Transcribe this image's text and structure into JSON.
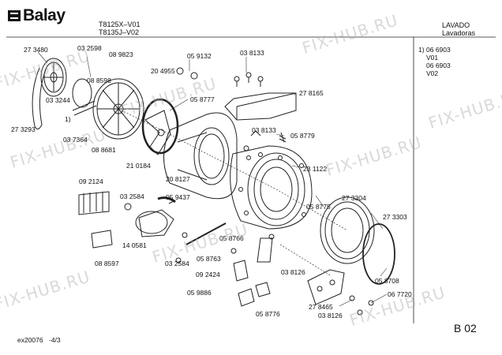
{
  "header": {
    "brand": "Balay",
    "models": [
      "T8125X–V01",
      "T8135J–V02"
    ],
    "category": [
      "LAVADO",
      "Lavadoras"
    ]
  },
  "variants": [
    {
      "ref": "1)",
      "code": "06 6903",
      "version": "V01"
    },
    {
      "ref": "",
      "code": "06 6903",
      "version": "V02"
    }
  ],
  "parts": [
    "27 3480",
    "03 2598",
    "08 9823",
    "05 9132",
    "03 8133",
    "08 8598",
    "20 4955",
    "03 3244",
    "27 8165",
    "05 8777",
    "1)",
    "27 3293",
    "03 7364",
    "03 8133",
    "05 8779",
    "08 8681",
    "21 0184",
    "23 1122",
    "09 2124",
    "20 8127",
    "03 2584",
    "05 9437",
    "27 3304",
    "05 8775",
    "27 3303",
    "14 0581",
    "05 8766",
    "05 8763",
    "08 8597",
    "03 2584",
    "09 2424",
    "03 8126",
    "05 8708",
    "05 9886",
    "06 7720",
    "27 8465",
    "05 8776",
    "03 8126"
  ],
  "footer": {
    "doc_code": "ex20076",
    "page": "-4/3",
    "page_code": "B 02"
  },
  "watermark": "FIX-HUB.RU"
}
